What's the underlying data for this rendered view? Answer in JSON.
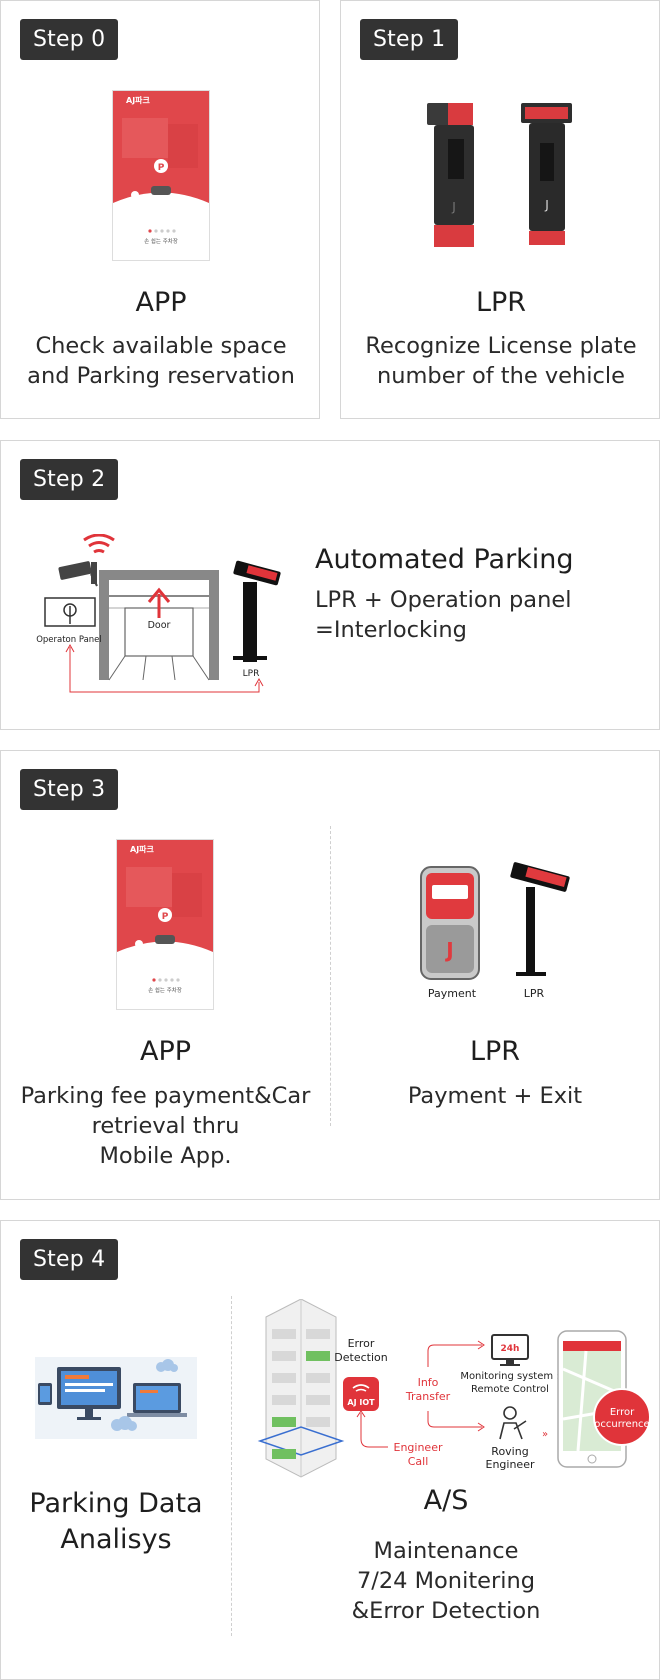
{
  "colors": {
    "accent": "#e03a3e",
    "badge": "#333333",
    "border": "#d6d6d6"
  },
  "step0": {
    "badge": "Step 0",
    "phone_brand": "AJ파크",
    "phone_footer": "손 쉽는 주차장",
    "title": "APP",
    "desc": [
      "Check available space",
      "and Parking reservation"
    ]
  },
  "step1": {
    "badge": "Step 1",
    "title": "LPR",
    "desc": [
      "Recognize License plate",
      "number of the vehicle"
    ]
  },
  "step2": {
    "badge": "Step 2",
    "labels": {
      "door": "Door",
      "panel": "Operaton Panel",
      "lpr": "LPR"
    },
    "title": "Automated Parking",
    "desc": [
      "LPR + Operation panel",
      "=Interlocking"
    ]
  },
  "step3": {
    "badge": "Step 3",
    "phone_brand": "AJ파크",
    "phone_footer": "손 쉽는 주차장",
    "app_title": "APP",
    "app_desc": [
      "Parking fee payment&Car",
      "retrieval thru",
      "Mobile App."
    ],
    "labels": {
      "payment": "Payment",
      "lpr": "LPR"
    },
    "lpr_title": "LPR",
    "lpr_desc": [
      "Payment + Exit"
    ]
  },
  "step4": {
    "badge": "Step 4",
    "data_title": [
      "Parking Data",
      "Analisys"
    ],
    "as_title": "A/S",
    "as_desc": [
      "Maintenance",
      "7/24 Monitering",
      "&Error Detection"
    ],
    "diagram": {
      "error_detection": [
        "Error",
        "Detection"
      ],
      "iot": "AJ IOT",
      "info_transfer": [
        "Info",
        "Transfer"
      ],
      "engineer_call": [
        "Engineer",
        "Call"
      ],
      "h24": "24h",
      "monitoring": [
        "Monitoring system :",
        "Remote Control"
      ],
      "roving": [
        "Roving",
        "Engineer"
      ],
      "error_occurrence": [
        "Error",
        "occurrence"
      ]
    }
  }
}
